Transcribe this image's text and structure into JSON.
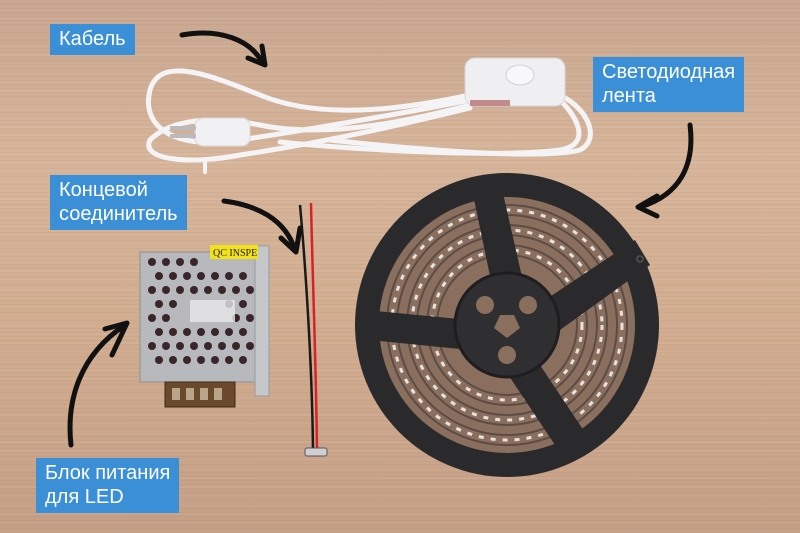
{
  "labels": {
    "cable": {
      "text": "Кабель"
    },
    "led_strip": {
      "line1": "Светодиодная",
      "line2": "лента"
    },
    "end_connector": {
      "line1": "Концевой",
      "line2": "соединитель"
    },
    "power_supply": {
      "line1": "Блок питания",
      "line2": "для LED"
    }
  },
  "objects": {
    "psu_sticker": "QC INSPE"
  },
  "colors": {
    "label_bg": "#3a8fd6",
    "label_text": "#ffffff",
    "wood": "#d2ad90",
    "reel": "#2a2a2c",
    "arrow": "#111111"
  }
}
